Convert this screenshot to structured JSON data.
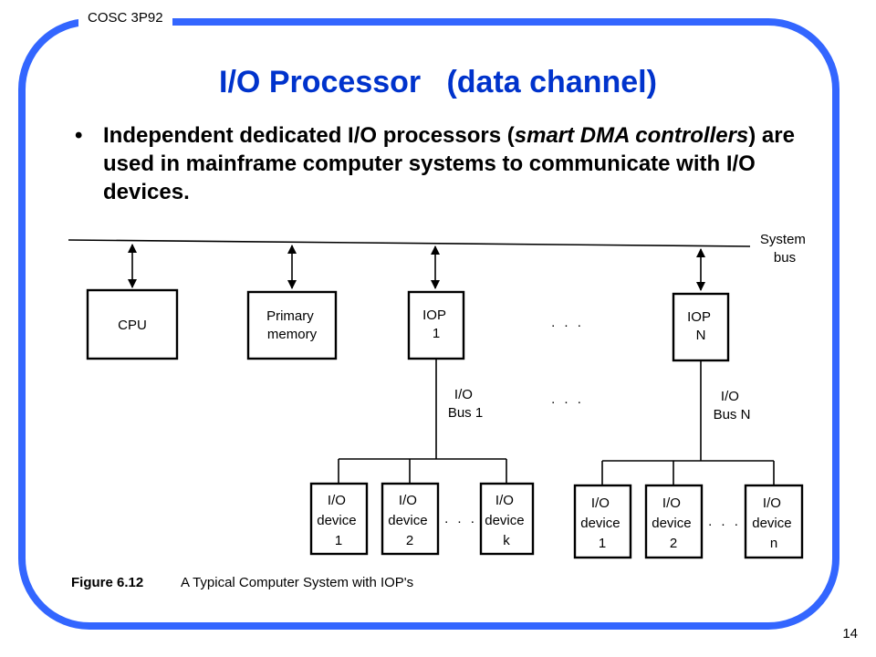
{
  "slide": {
    "course": "COSC 3P92",
    "title": "I/O Processor   (data channel)",
    "page_number": "14",
    "bullet": {
      "before": "Independent dedicated I/O processors (",
      "italic": "smart DMA controllers",
      "after": ") are used in mainframe computer systems to communicate with I/O devices."
    },
    "colors": {
      "frame": "#3366ff",
      "title": "#0033cc"
    }
  },
  "diagram": {
    "system_bus": [
      "System",
      "bus"
    ],
    "cpu": [
      "CPU"
    ],
    "memory": [
      "Primary",
      "memory"
    ],
    "iop1": [
      "IOP",
      "1"
    ],
    "iopn": [
      "IOP",
      "N"
    ],
    "bus1": [
      "I/O",
      "Bus 1"
    ],
    "busn": [
      "I/O",
      "Bus N"
    ],
    "ellipsis": ". . .",
    "dev_a1": [
      "I/O",
      "device",
      "1"
    ],
    "dev_a2": [
      "I/O",
      "device",
      "2"
    ],
    "dev_ak": [
      "I/O",
      "device",
      "k"
    ],
    "dev_b1": [
      "I/O",
      "device",
      "1"
    ],
    "dev_b2": [
      "I/O",
      "device",
      "2"
    ],
    "dev_bn": [
      "I/O",
      "device",
      "n"
    ],
    "caption_label": "Figure 6.12",
    "caption_text": "A Typical Computer System with IOP's"
  }
}
